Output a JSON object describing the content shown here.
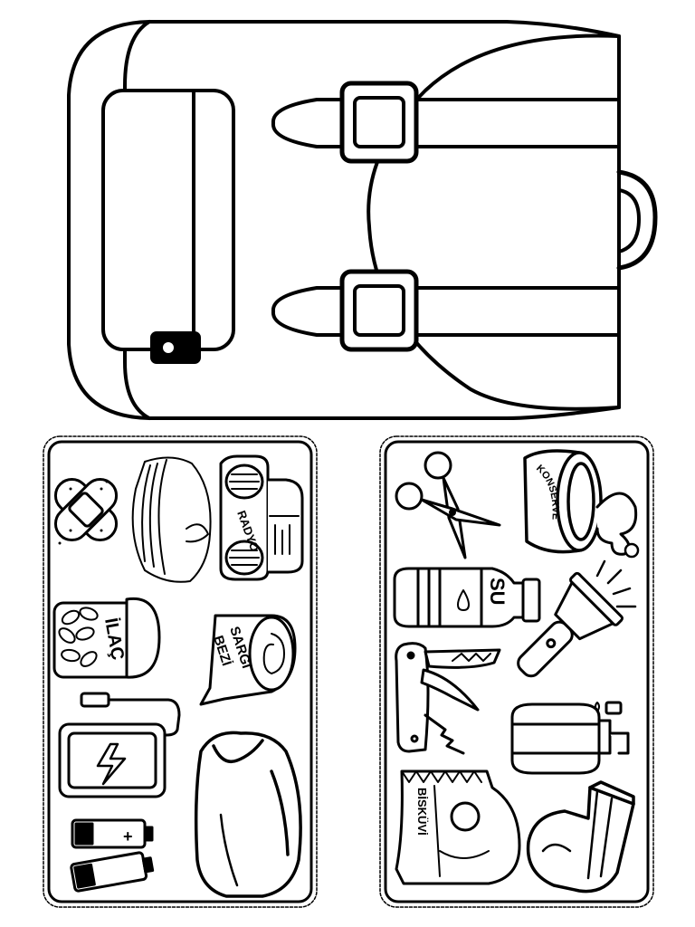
{
  "backpack": {
    "icon": "backpack-icon"
  },
  "left_panel": {
    "items": [
      {
        "icon": "bandage-icon"
      },
      {
        "icon": "folded-cloth-icon"
      },
      {
        "icon": "radio-icon",
        "label": "RADYO"
      },
      {
        "icon": "medicine-jar-icon",
        "label": "İLAÇ"
      },
      {
        "icon": "gauze-roll-icon",
        "label_line1": "SARGI",
        "label_line2": "BEZİ"
      },
      {
        "icon": "power-bank-icon"
      },
      {
        "icon": "blanket-icon"
      },
      {
        "icon": "batteries-icon",
        "plus": "+",
        "minus": "−"
      }
    ]
  },
  "right_panel": {
    "items": [
      {
        "icon": "scissors-icon"
      },
      {
        "icon": "canned-food-icon",
        "label": "KONSERVE"
      },
      {
        "icon": "water-bottle-icon",
        "label": "SU"
      },
      {
        "icon": "flashlight-icon"
      },
      {
        "icon": "pocket-knife-icon"
      },
      {
        "icon": "soap-dispenser-icon"
      },
      {
        "icon": "biscuit-bag-icon",
        "label": "BİSKÜVİ"
      },
      {
        "icon": "whistle-icon"
      }
    ]
  }
}
